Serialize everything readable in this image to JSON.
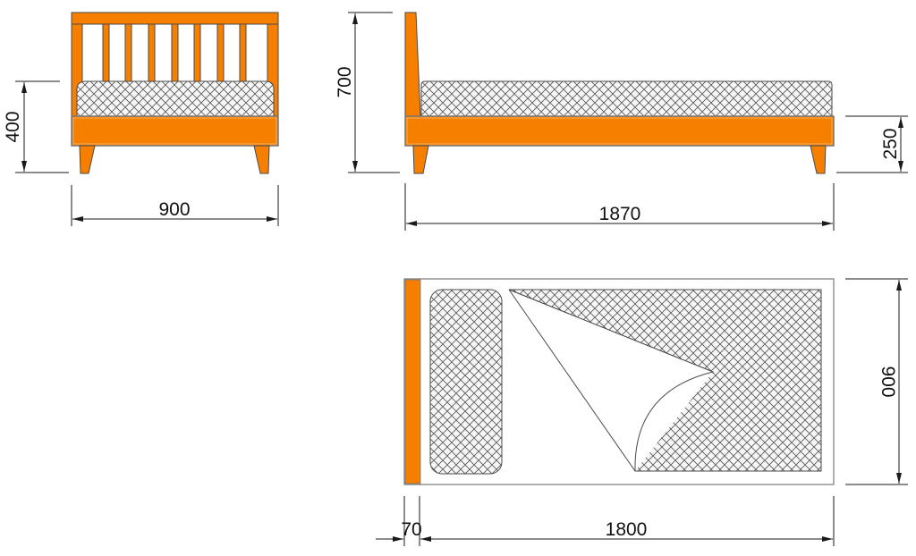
{
  "drawing": {
    "subject": "Single bed with slatted headboard",
    "colors": {
      "wood": "#f77f00",
      "outline": "#4a4a4a",
      "mattress_fill": "#f4f4f4",
      "hatch": "#555555",
      "dimension": "#1a1a1a",
      "background": "#ffffff"
    },
    "views": {
      "front": {
        "label": "front-view",
        "dimensions": {
          "height": "400",
          "width": "900"
        },
        "slat_count": 7
      },
      "side": {
        "label": "side-view",
        "dimensions": {
          "total_height": "700",
          "frame_height": "250",
          "length": "1870"
        }
      },
      "top": {
        "label": "top-view",
        "dimensions": {
          "headboard_thickness": "70",
          "mattress_length": "1800",
          "width": "900"
        }
      }
    }
  }
}
